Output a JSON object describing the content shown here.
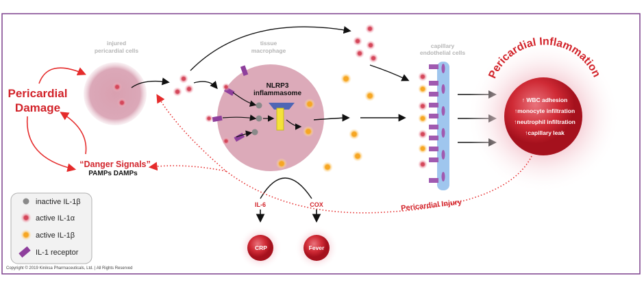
{
  "labels": {
    "injured_cells": [
      "injured",
      "pericardial cells"
    ],
    "macrophage": [
      "tissue",
      "macrophage"
    ],
    "inflammasome": [
      "NLRP3",
      "inflammasome"
    ],
    "endothelial": [
      "capillary",
      "endothelial cells"
    ],
    "pericardial_damage": [
      "Pericardial",
      "Damage"
    ],
    "danger_signals": "“Danger Signals”",
    "pamps_damps": "PAMPs  DAMPs",
    "inflammation": "Pericardial  Inflammation",
    "effects": [
      "WBC adhesion",
      "monocyte infiltration",
      "neutrophil infiltration",
      "capillary leak"
    ],
    "il6": "IL-6",
    "cox": "COX",
    "crp": "CRP",
    "fever": "Fever",
    "pericardial_injury": "Pericardial Injury",
    "copyright": "Copyright © 2019 Kiniksa Pharmaceuticals, Ltd. | All Rights Reserved"
  },
  "legend": [
    {
      "icon": "inactive-il1b-icon",
      "label": "inactive IL-1β"
    },
    {
      "icon": "active-il1a-icon",
      "label": "active IL-1α"
    },
    {
      "icon": "active-il1b-icon",
      "label": "active IL-1β"
    },
    {
      "icon": "il1-receptor-icon",
      "label": "IL-1 receptor"
    }
  ],
  "colors": {
    "frame": "#7b3f8c",
    "red": "#d2232a",
    "il1a": "#c8374a",
    "il1b": "#f5a623",
    "receptor": "#8e3f9c",
    "endothelial": "#9fc6ee",
    "cell": "#d9a3b4"
  }
}
